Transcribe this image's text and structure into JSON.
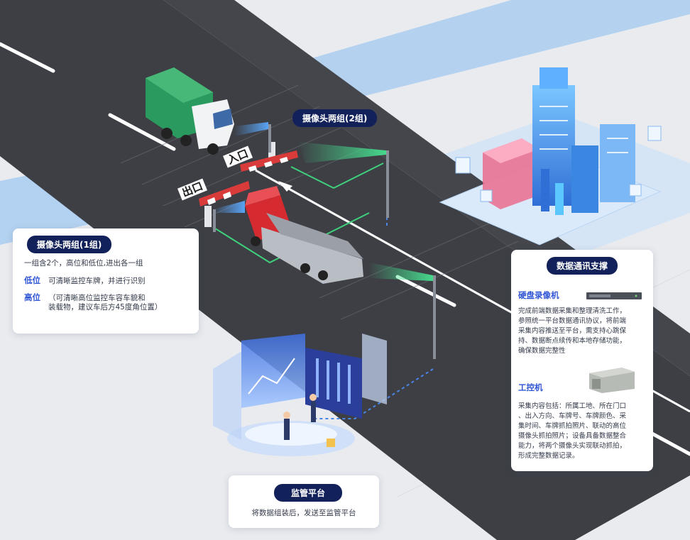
{
  "road": {
    "entrance_label": "入口",
    "exit_label": "出口"
  },
  "camera_group_2": {
    "title": "摄像头两组(2组)"
  },
  "camera_group_1": {
    "title": "摄像头两组(1组)",
    "intro": "一组含2个，高位和低位,进出各一组",
    "low_label": "低位",
    "low_desc": "可清晰监控车牌，并进行识别",
    "high_label": "高位",
    "high_desc_1": "（可清晰高位监控车容车貌和",
    "high_desc_2": "装载物，建议车后方45度角位置）"
  },
  "data_comm": {
    "title": "数据通讯支撑",
    "nvr_label": "硬盘录像机",
    "nvr_desc": [
      "完成前端数据采集和整理清洗工作，",
      "参照统一平台数据通讯协议，将前端",
      "采集内容推送至平台，需支持心跳保",
      "持、数据断点续传和本地存储功能，",
      "确保数据完整性"
    ],
    "ipc_label": "工控机",
    "ipc_desc": [
      "采集内容包括：所属工地、所在门口",
      "、出入方向、车牌号、车牌颜色、采",
      "集时间、车牌抓拍照片、联动的高位",
      "摄像头抓拍照片；设备具备数据整合",
      "能力，将两个摄像头实现联动抓拍，",
      "形成完整数据记录。"
    ]
  },
  "platform": {
    "title": "监管平台",
    "desc": "将数据组装后，发送至监管平台"
  },
  "colors": {
    "road": "#3d3f45",
    "navy": "#12215a",
    "accent_blue": "#2f55d4",
    "beam_green": "#46e08f",
    "garbage_truck": "#2b9a5e",
    "red_truck": "#d52a2f",
    "panel_blue": "#9fc7ee",
    "building_blue": "#3f8fe6"
  }
}
